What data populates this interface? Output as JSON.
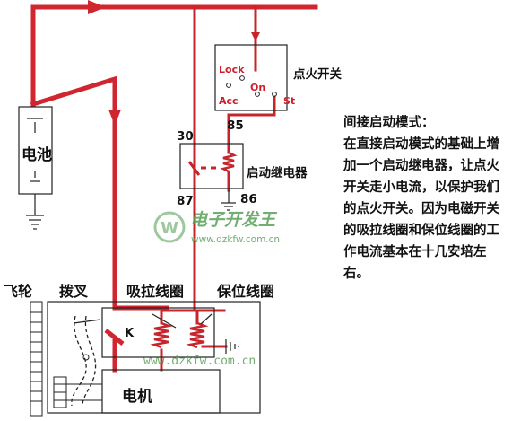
{
  "battery": {
    "label": "电池"
  },
  "ignition_switch": {
    "label": "点火开关",
    "pos_lock": "Lock",
    "pos_acc": "Acc",
    "pos_on": "On",
    "pos_st": "St"
  },
  "relay": {
    "label": "启动继电器",
    "pin_30": "30",
    "pin_85": "85",
    "pin_86": "86",
    "pin_87": "87"
  },
  "starter": {
    "flywheel": "飞轮",
    "fork": "拨叉",
    "pull_coil": "吸拉线圈",
    "hold_coil": "保位线圈",
    "contact_k": "K",
    "motor": "电机"
  },
  "description": {
    "title": "间接启动模式：",
    "body": "在直接启动模式的基础上增加一个启动继电器，让点火开关走小电流，以保护我们的点火开关。因为电磁开关的吸拉线圈和保位线圈的工作电流基本在十几安培左右。"
  },
  "watermark": {
    "brand": "电子开发王",
    "url_small": "www.dzkfw.com.cn",
    "url_large": "www.dzkfw.com.cn"
  },
  "colors": {
    "wire": "#d0262f",
    "wire_thin": "#c8242c",
    "line": "#222222",
    "watermark": "#4f9a4f"
  }
}
